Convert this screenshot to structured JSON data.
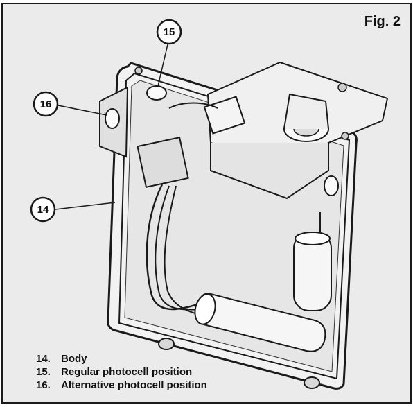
{
  "figure": {
    "label": "Fig. 2"
  },
  "callouts": [
    {
      "id": "c15",
      "number": "15"
    },
    {
      "id": "c16",
      "number": "16"
    },
    {
      "id": "c14",
      "number": "14"
    }
  ],
  "legend": [
    {
      "number": "14.",
      "text": "Body"
    },
    {
      "number": "15.",
      "text": "Regular photocell position"
    },
    {
      "number": "16.",
      "text": "Alternative photocell position"
    }
  ]
}
